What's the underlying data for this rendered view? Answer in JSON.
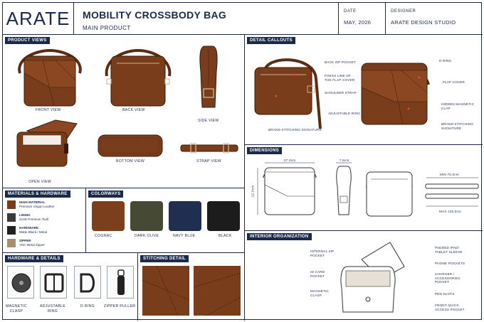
{
  "header": {
    "brand": "ARATE",
    "title": "MOBILITY CROSSBODY BAG",
    "subtitle": "MAIN PRODUCT",
    "date_label": "DATE",
    "date_value": "MAY, 2026",
    "designer_label": "DESIGNER",
    "designer_value": "ARATE DESIGN STUDIO"
  },
  "product_views": {
    "title": "PRODUCT VIEWS",
    "front": "FRONT VIEW",
    "back": "BACK VIEW",
    "side": "SIDE VIEW",
    "open": "OPEN VIEW",
    "bottom": "BOTTOM VIEW",
    "strap": "STRAP VIEW"
  },
  "detail_callouts": {
    "title": "DETAIL CALLOUTS",
    "back_zip": "BACK ZIP POCKET",
    "finish_line_1": "FINISH LINE OF",
    "finish_line_2": "THE FLAP COVER",
    "shoulder_strap": "SHOULDER STRAP",
    "adjustable_ring": "ADJUSTABLE RING",
    "brand_stitch_left": "BRAND STITCHING SIGNATURE",
    "d_ring": "D RING",
    "flap_cover": "FLAP COVER",
    "hidden_clasp_1": "HIDDEN MAGNETIC",
    "hidden_clasp_2": "CLAP",
    "brand_stitch_right_1": "BRAND STITCHING",
    "brand_stitch_right_2": "SIGNATURE"
  },
  "dimensions": {
    "title": "DIMENSIONS",
    "width": "27.0cm",
    "depth": "7.5cm",
    "height": "22.0cm",
    "strap_min": "MIN 75.0cm",
    "strap_max": "MAX 135.0cm"
  },
  "materials": {
    "title": "MATERIALS & HARDWARE",
    "items": [
      {
        "name": "MAIN MATERIAL",
        "detail": "Premium Vegan Leather",
        "color": "#7a3d1c"
      },
      {
        "name": "LINING",
        "detail": "210D Premium Twill",
        "color": "#3a3a3a"
      },
      {
        "name": "HARDWARE",
        "detail": "Matte Black / Metal",
        "color": "#222222"
      },
      {
        "name": "ZIPPER",
        "detail": "YKK Metal Zipper",
        "color": "#a88e6a"
      }
    ]
  },
  "colorways": {
    "title": "COLORWAYS",
    "items": [
      {
        "name": "COGNAC",
        "color": "#7b3f1d"
      },
      {
        "name": "DARK OLIVE",
        "color": "#464a35"
      },
      {
        "name": "NAVY BLUE",
        "color": "#1f2f52"
      },
      {
        "name": "BLACK",
        "color": "#1c1c1c"
      }
    ]
  },
  "hardware": {
    "title": "HARDWARE & DETAILS",
    "clasp_1": "MAGNETIC",
    "clasp_2": "CLASP",
    "ring_1": "ADJUSTABLE",
    "ring_2": "RING",
    "dring": "D RING",
    "puller": "ZIPPER PULLER"
  },
  "stitching": {
    "title": "STITCHING DETAIL"
  },
  "interior": {
    "title": "INTERIOR ORGANIZATION",
    "zip_1": "INTERNAL ZIP",
    "zip_2": "POCKET",
    "id_1": "ID CARD",
    "id_2": "POCKET",
    "mag_1": "MAGNETIC",
    "mag_2": "CLASP",
    "pad_1": "PADDED IPAD/",
    "pad_2": "TABLET SLEEVE",
    "phone": "PHONE POCKETS",
    "charger_1": "CHARGER /",
    "charger_2": "ACCESSORIES",
    "charger_3": "POCKET",
    "pen": "PEN SLOTS",
    "quick_1": "FRONT QUICK",
    "quick_2": "ACCESS POCKET"
  }
}
